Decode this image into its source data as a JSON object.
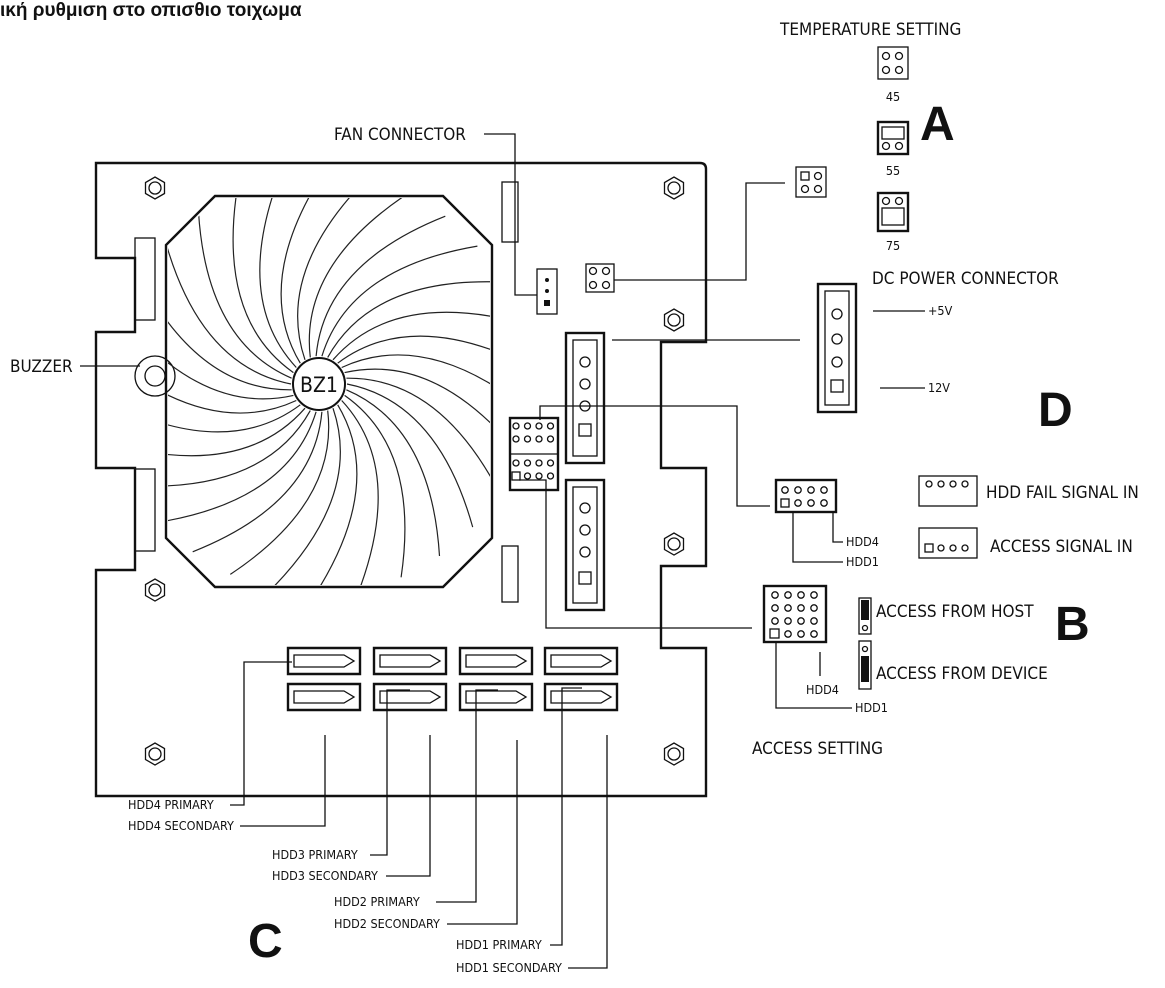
{
  "title": "ική ρυθμιση στο οπισθιο τοιχωμα",
  "section_letters": {
    "a": "A",
    "b": "B",
    "c": "C",
    "d": "D"
  },
  "fan_connector": "FAN CONNECTOR",
  "buzzer": "BUZZER",
  "bz1": "BZ1",
  "temperature": {
    "heading": "TEMPERATURE SETTING",
    "options": [
      "45",
      "55",
      "75"
    ]
  },
  "dc_power": {
    "heading": "DC POWER CONNECTOR",
    "plus5v": "+5V",
    "v12": "12V"
  },
  "hdd_fail_signal_in": "HDD FAIL SIGNAL IN",
  "access_signal_in": "ACCESS SIGNAL IN",
  "access_from_host": "ACCESS FROM HOST",
  "access_from_device": "ACCESS FROM DEVICE",
  "access_setting": "ACCESS SETTING",
  "hdd4": "HDD4",
  "hdd1": "HDD1",
  "sata_labels": [
    "HDD4 PRIMARY",
    "HDD4 SECONDARY",
    "HDD3 PRIMARY",
    "HDD3 SECONDARY",
    "HDD2 PRIMARY",
    "HDD2 SECONDARY",
    "HDD1 PRIMARY",
    "HDD1 SECONDARY"
  ]
}
